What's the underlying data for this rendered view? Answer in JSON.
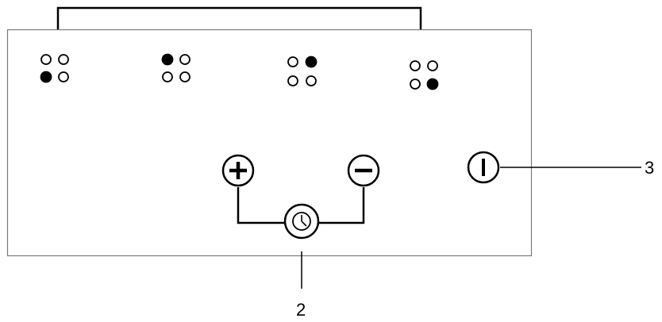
{
  "callouts": {
    "timer": "2",
    "power": "3"
  },
  "zones": [
    {
      "name": "front-left",
      "active_position": "bottom-left"
    },
    {
      "name": "rear-left",
      "active_position": "top-left"
    },
    {
      "name": "rear-right",
      "active_position": "top-right"
    },
    {
      "name": "front-right",
      "active_position": "bottom-right"
    }
  ],
  "controls": {
    "plus": "plus-icon",
    "minus": "minus-icon",
    "timer": "clock-icon",
    "power": "power-icon"
  },
  "colors": {
    "line": "#000000",
    "panel_border": "#7a7a7a",
    "background": "#ffffff"
  }
}
